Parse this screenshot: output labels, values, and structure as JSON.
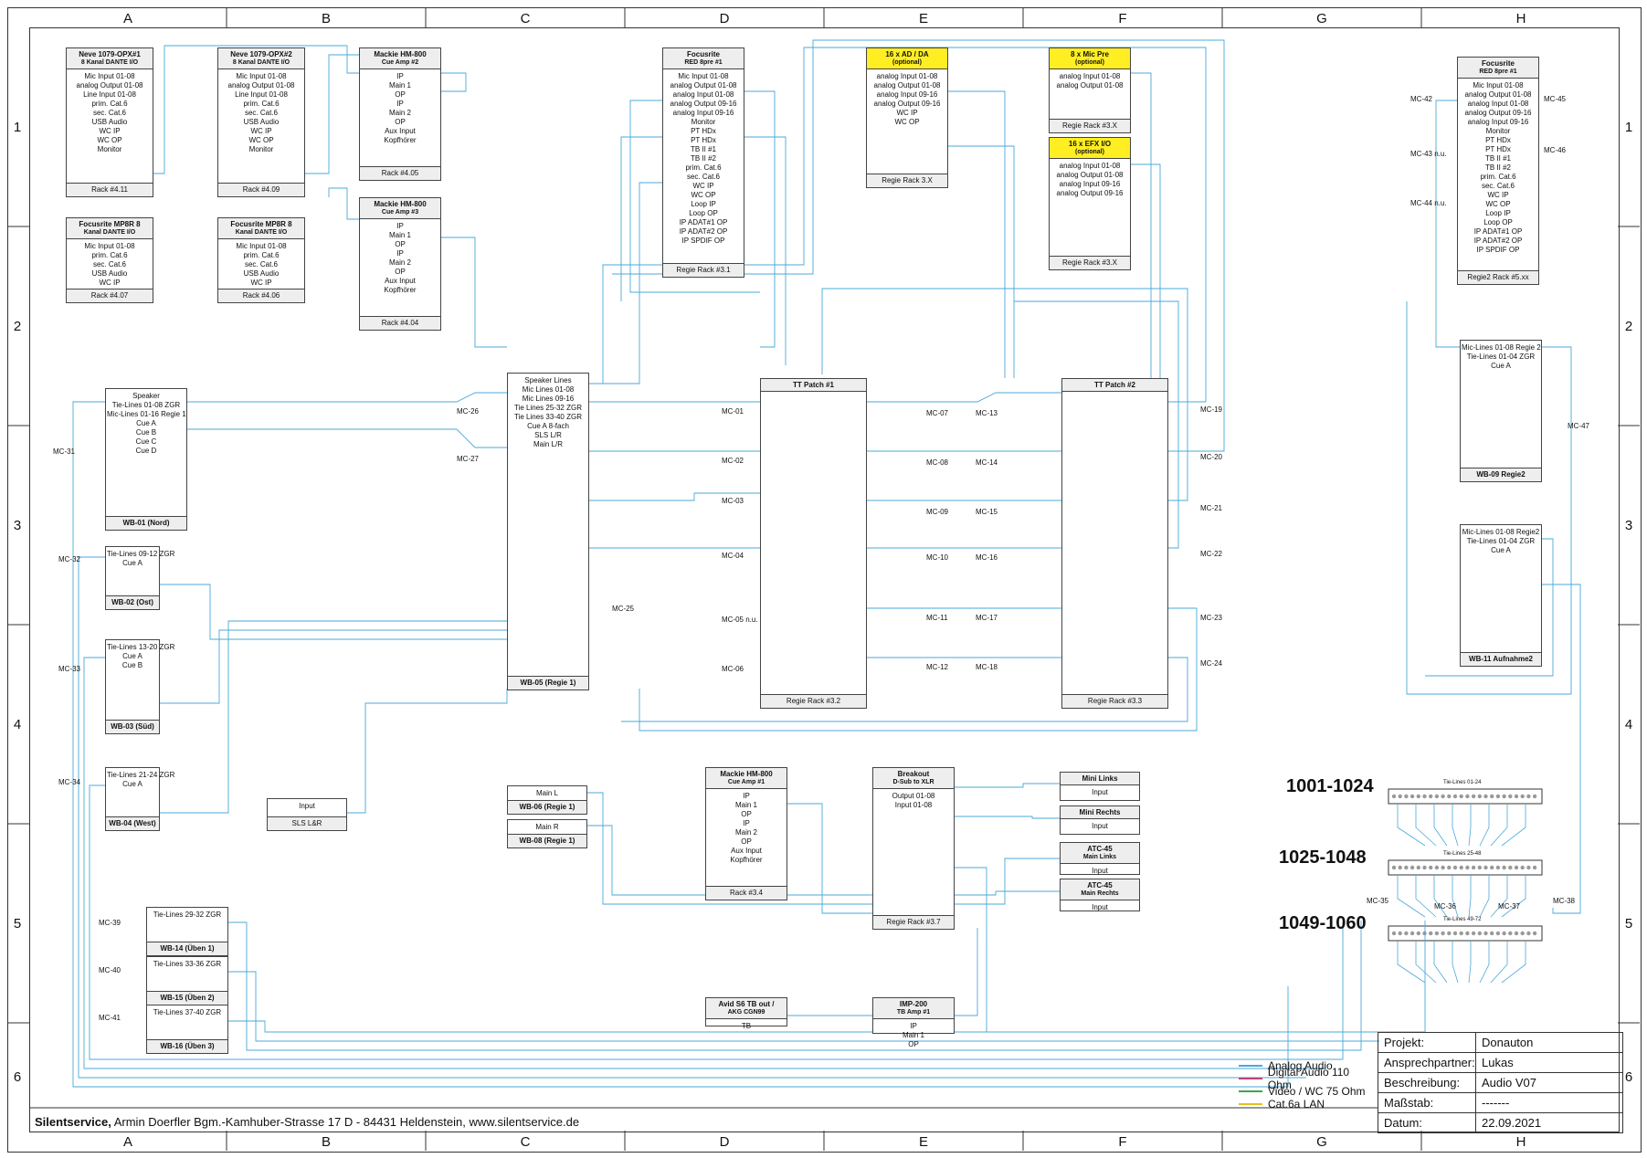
{
  "grid": {
    "columns": [
      "A",
      "B",
      "C",
      "D",
      "E",
      "F",
      "G",
      "H"
    ],
    "rows": [
      "1",
      "2",
      "3",
      "4",
      "5",
      "6"
    ]
  },
  "devices": [
    {
      "id": "neve1",
      "title": "Neve 1079-OPX#1",
      "subtitle": "8 Kanal DANTE I/O",
      "lines": [
        "Mic Input 01-08",
        "analog Output 01-08",
        "Line Input 01-08",
        "prim. Cat.6",
        "sec. Cat.6",
        "USB Audio",
        "WC IP",
        "WC OP",
        "Monitor"
      ],
      "rack": "Rack #4.11"
    },
    {
      "id": "neve2",
      "title": "Neve 1079-OPX#2",
      "subtitle": "8 Kanal DANTE I/O",
      "lines": [
        "Mic Input 01-08",
        "analog Output 01-08",
        "Line Input 01-08",
        "prim. Cat.6",
        "sec. Cat.6",
        "USB Audio",
        "WC IP",
        "WC OP",
        "Monitor"
      ],
      "rack": "Rack #4.09"
    },
    {
      "id": "mackie2",
      "title": "Mackie HM-800",
      "subtitle": "Cue Amp #2",
      "lines": [
        "IP",
        "Main 1",
        "OP",
        "IP",
        "Main 2",
        "OP",
        "Aux Input",
        "Kopfhörer"
      ],
      "rack": "Rack #4.05"
    },
    {
      "id": "mackie3",
      "title": "Mackie HM-800",
      "subtitle": "Cue Amp #3",
      "lines": [
        "IP",
        "Main 1",
        "OP",
        "IP",
        "Main 2",
        "OP",
        "Aux Input",
        "Kopfhörer"
      ],
      "rack": "Rack #4.04"
    },
    {
      "id": "mp8r1",
      "title": "Focusrite MP8R 8",
      "subtitle": "Kanal DANTE I/O",
      "lines": [
        "Mic Input 01-08",
        "prim. Cat.6",
        "sec. Cat.6",
        "USB Audio",
        "WC IP",
        "WC OP"
      ],
      "rack": "Rack #4.07"
    },
    {
      "id": "mp8r2",
      "title": "Focusrite MP8R 8",
      "subtitle": "Kanal DANTE I/O",
      "lines": [
        "Mic Input 01-08",
        "prim. Cat.6",
        "sec. Cat.6",
        "USB Audio",
        "WC IP",
        "WC OP"
      ],
      "rack": "Rack #4.06"
    },
    {
      "id": "red1",
      "title": "Focusrite",
      "subtitle": "RED 8pre #1",
      "lines": [
        "Mic Input 01-08",
        "analog Output 01-08",
        "analog Input 01-08",
        "analog Output 09-16",
        "analog Input 09-16",
        "Monitor",
        "PT HDx",
        "PT HDx",
        "TB II #1",
        "TB II #2",
        "prim. Cat.6",
        "sec. Cat.6",
        "WC IP",
        "WC OP",
        "Loop IP",
        "Loop OP",
        "IP ADAT#1 OP",
        "IP ADAT#2 OP",
        "IP SPDIF OP"
      ],
      "rack": "Regie Rack #3.1"
    },
    {
      "id": "adda",
      "title": "16 x AD / DA",
      "subtitle": "(optional)",
      "lines": [
        "analog Input 01-08",
        "analog Output 01-08",
        "analog Input 09-16",
        "analog Output 09-16",
        "WC IP",
        "WC OP"
      ],
      "rack": "Regie Rack 3.X"
    },
    {
      "id": "micpre",
      "title": "8 x Mic Pre",
      "subtitle": "(optional)",
      "lines": [
        "analog Input 01-08",
        "analog Output 01-08"
      ],
      "rack": "Regie Rack #3.X"
    },
    {
      "id": "efx",
      "title": "16 x EFX I/O",
      "subtitle": "(optional)",
      "lines": [
        "analog Input 01-08",
        "analog Output 01-08",
        "analog Input 09-16",
        "analog Output 09-16"
      ],
      "rack": "Regie Rack #3.X"
    },
    {
      "id": "red2",
      "title": "Focusrite",
      "subtitle": "RED 8pre #1",
      "lines": [
        "Mic Input 01-08",
        "analog Output 01-08",
        "analog Input 01-08",
        "analog Output 09-16",
        "analog Input 09-16",
        "Monitor",
        "PT HDx",
        "PT HDx",
        "TB II #1",
        "TB II #2",
        "prim. Cat.6",
        "sec. Cat.6",
        "WC IP",
        "WC OP",
        "Loop IP",
        "Loop OP",
        "IP ADAT#1 OP",
        "IP ADAT#2 OP",
        "IP SPDIF OP"
      ],
      "rack": "Regie2 Rack #5.xx"
    },
    {
      "id": "wb01",
      "title": "",
      "subtitle": "",
      "lines": [
        "Speaker",
        "Tie-Lines 01-08 ZGR",
        "Mic-Lines 01-16 Regie 1",
        "Cue A",
        "Cue B",
        "Cue C",
        "Cue D"
      ],
      "rack": "WB-01 (Nord)"
    },
    {
      "id": "wb02",
      "title": "",
      "subtitle": "",
      "lines": [
        "Tie-Lines 09-12 ZGR",
        "Cue A"
      ],
      "rack": "WB-02 (Ost)"
    },
    {
      "id": "wb03",
      "title": "",
      "subtitle": "",
      "lines": [
        "Tie-Lines 13-20 ZGR",
        "Cue A",
        "Cue B"
      ],
      "rack": "WB-03 (Süd)"
    },
    {
      "id": "wb04",
      "title": "",
      "subtitle": "",
      "lines": [
        "Tie-Lines 21-24 ZGR",
        "Cue A"
      ],
      "rack": "WB-04 (West)"
    },
    {
      "id": "wb05",
      "title": "",
      "subtitle": "",
      "lines": [
        "Speaker Lines",
        "Mic Lines 01-08",
        "Mic Lines 09-16",
        "Tie Lines 25-32 ZGR",
        "Tie Lines 33-40 ZGR",
        "Cue A 8-fach",
        "SLS L/R",
        "Main L/R"
      ],
      "rack": "WB-05 (Regie 1)"
    },
    {
      "id": "tt1",
      "title": "TT Patch #1",
      "subtitle": "",
      "lines": [],
      "rack": "Regie Rack #3.2"
    },
    {
      "id": "tt2",
      "title": "TT Patch #2",
      "subtitle": "",
      "lines": [],
      "rack": "Regie Rack #3.3"
    },
    {
      "id": "wb09",
      "title": "",
      "subtitle": "",
      "lines": [
        "Mic-Lines 01-08 Regie 2",
        "Tie-Lines 01-04 ZGR",
        "Cue A"
      ],
      "rack": "WB-09 Regie2"
    },
    {
      "id": "wb11",
      "title": "",
      "subtitle": "",
      "lines": [
        "Mic-Lines 01-08 Regie2",
        "Tie-Lines 01-04 ZGR",
        "Cue A"
      ],
      "rack": "WB-11 Aufnahme2"
    },
    {
      "id": "sls",
      "title": "",
      "subtitle": "",
      "lines": [
        "Input"
      ],
      "rack": "SLS L&R"
    },
    {
      "id": "wb06",
      "title": "",
      "subtitle": "",
      "lines": [
        "Main L"
      ],
      "rack": "WB-06 (Regie 1)"
    },
    {
      "id": "wb08",
      "title": "",
      "subtitle": "",
      "lines": [
        "Main R"
      ],
      "rack": "WB-08 (Regie 1)"
    },
    {
      "id": "mackie1",
      "title": "Mackie HM-800",
      "subtitle": "Cue Amp #1",
      "lines": [
        "IP",
        "Main 1",
        "OP",
        "IP",
        "Main 2",
        "OP",
        "Aux Input",
        "Kopfhörer"
      ],
      "rack": "Rack #3.4"
    },
    {
      "id": "breakout",
      "title": "Breakout",
      "subtitle": "D-Sub to XLR",
      "lines": [
        "Output 01-08",
        "Input 01-08"
      ],
      "rack": "Regie Rack #3.7"
    },
    {
      "id": "minilinks",
      "title": "Mini Links",
      "subtitle": "",
      "lines": [
        "Input"
      ],
      "rack": ""
    },
    {
      "id": "minirechts",
      "title": "Mini Rechts",
      "subtitle": "",
      "lines": [
        "Input"
      ],
      "rack": ""
    },
    {
      "id": "atc45l",
      "title": "ATC-45",
      "subtitle": "Main Links",
      "lines": [
        "Input"
      ],
      "rack": ""
    },
    {
      "id": "atc45r",
      "title": "ATC-45",
      "subtitle": "Main Rechts",
      "lines": [
        "Input"
      ],
      "rack": ""
    },
    {
      "id": "wb14",
      "title": "",
      "subtitle": "",
      "lines": [
        "Tie-Lines 29-32 ZGR"
      ],
      "rack": "WB-14 (Üben 1)"
    },
    {
      "id": "wb15",
      "title": "",
      "subtitle": "",
      "lines": [
        "Tie-Lines 33-36 ZGR"
      ],
      "rack": "WB-15 (Üben 2)"
    },
    {
      "id": "wb16",
      "title": "",
      "subtitle": "",
      "lines": [
        "Tie-Lines 37-40 ZGR"
      ],
      "rack": "WB-16 (Üben 3)"
    },
    {
      "id": "avid",
      "title": "Avid S6 TB out /",
      "subtitle": "AKG CGN99",
      "lines": [
        "TB"
      ],
      "rack": ""
    },
    {
      "id": "imp",
      "title": "IMP-200",
      "subtitle": "TB Amp #1",
      "lines": [
        "IP",
        "Main 1",
        "OP"
      ],
      "rack": ""
    }
  ],
  "patchbays": [
    {
      "range": "1001-1024",
      "label": "Tie-Lines 01-24"
    },
    {
      "range": "1025-1048",
      "label": "Tie-Lines 25-48"
    },
    {
      "range": "1049-1060",
      "label": "Tie-Lines 49-72"
    }
  ],
  "cable_labels": [
    "MC-01",
    "MC-02",
    "MC-03",
    "MC-04",
    "MC-05 n.u.",
    "MC-06",
    "MC-07",
    "MC-08",
    "MC-09",
    "MC-10",
    "MC-11",
    "MC-12",
    "MC-13",
    "MC-14",
    "MC-15",
    "MC-16",
    "MC-17",
    "MC-18",
    "MC-19",
    "MC-20",
    "MC-21",
    "MC-22",
    "MC-23",
    "MC-24",
    "MC-25",
    "MC-26",
    "MC-27",
    "MC-31",
    "MC-32",
    "MC-33",
    "MC-34",
    "MC-35",
    "MC-36",
    "MC-37",
    "MC-38",
    "MC-39",
    "MC-40",
    "MC-41",
    "MC-42",
    "MC-43 n.u.",
    "MC-44 n.u.",
    "MC-45",
    "MC-46",
    "MC-47"
  ],
  "legend": [
    {
      "label": "Analog Audio",
      "color": "#4aa8d8"
    },
    {
      "label": "Digital Audio 110 Ohm",
      "color": "#c0407a"
    },
    {
      "label": "Video / WC 75 Ohm",
      "color": "#3aa84a"
    },
    {
      "label": "Cat.6a LAN",
      "color": "#e0c020"
    }
  ],
  "title_block": [
    {
      "key": "Projekt:",
      "value": "Donauton"
    },
    {
      "key": "Ansprechpartner:",
      "value": "Lukas"
    },
    {
      "key": "Beschreibung:",
      "value": "Audio V07"
    },
    {
      "key": "Maßstab:",
      "value": "-------"
    },
    {
      "key": "Datum:",
      "value": "22.09.2021"
    }
  ],
  "footer": {
    "company": "Silentservice,",
    "address": " Armin Doerfler Bgm.-Kamhuber-Strasse 17 D - 84431 Heldenstein, www.silentservice.de"
  },
  "colors": {
    "wire": "#4aa8d8",
    "frame": "#333333",
    "header": "#eeeeee",
    "highlight": "#ffee22"
  }
}
